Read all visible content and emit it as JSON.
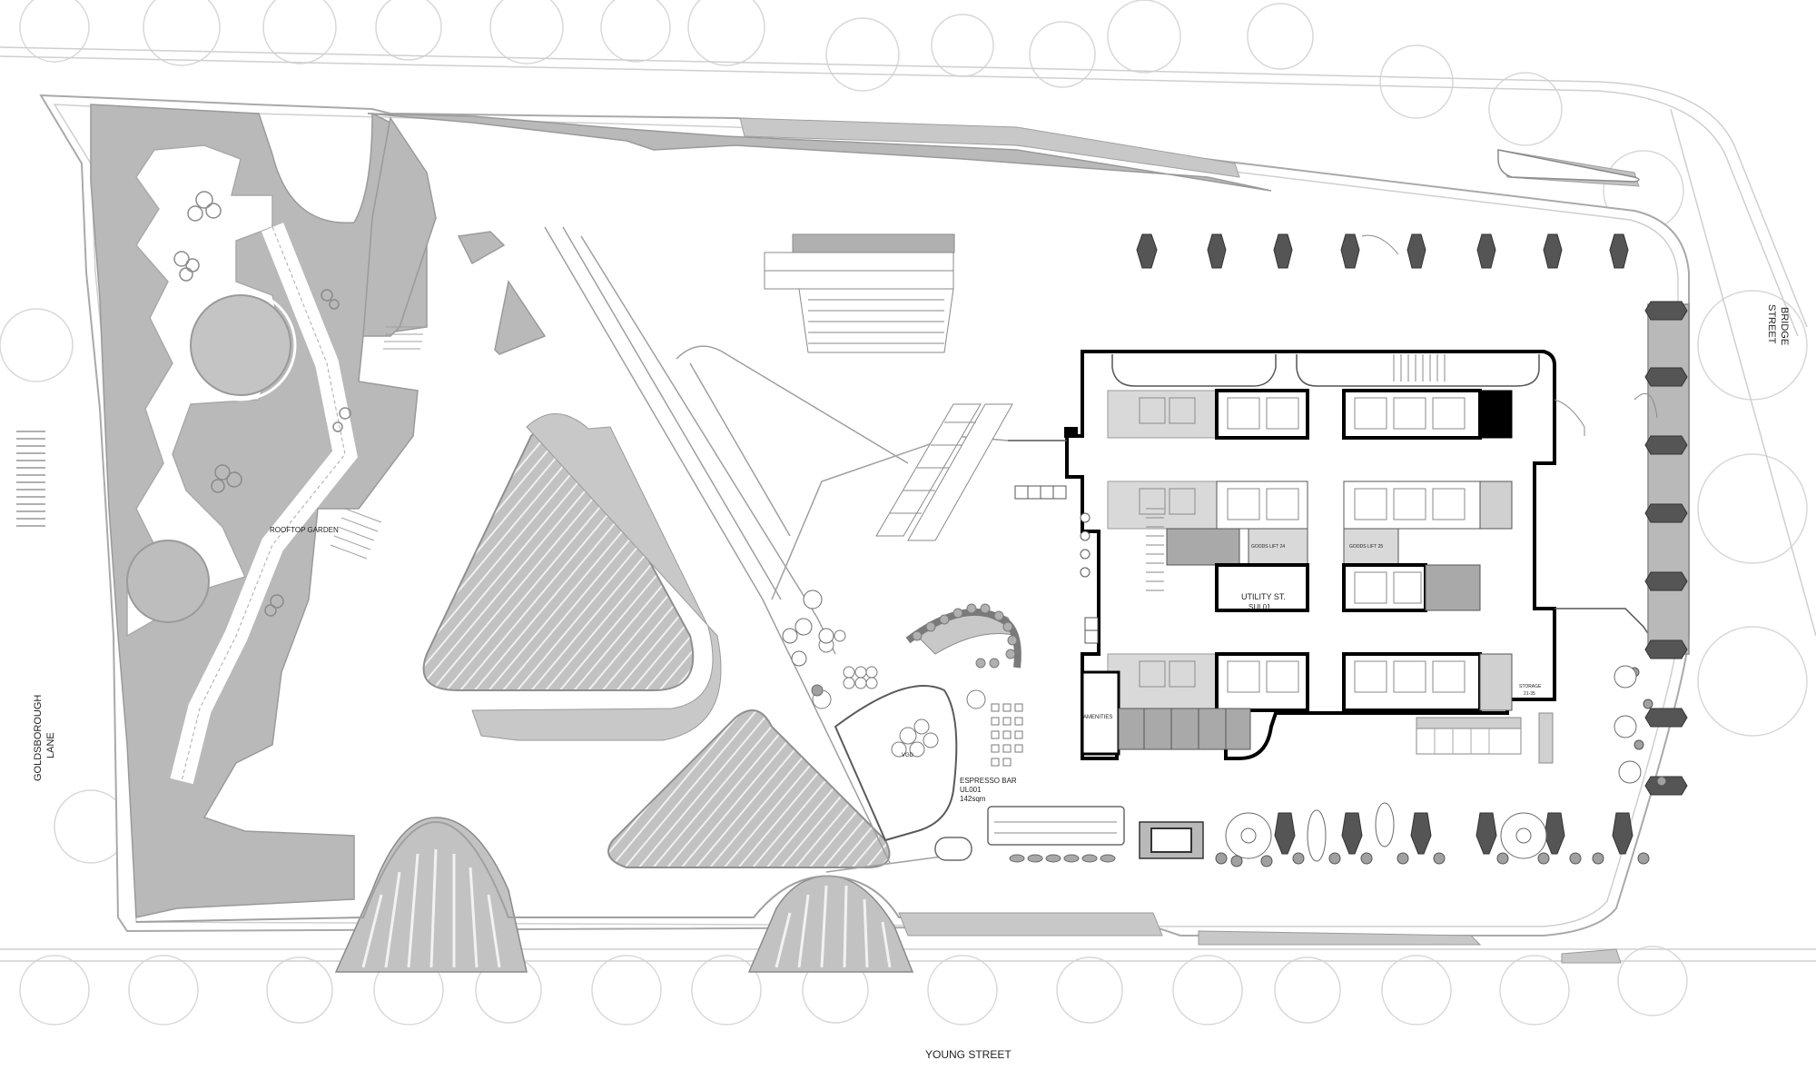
{
  "streets": {
    "goldsborough_line1": "GOLDSBOROUGH",
    "goldsborough_line2": "LANE",
    "bridge_line1": "BRIDGE",
    "bridge_line2": "STREET",
    "young": "YOUNG STREET"
  },
  "rooms": {
    "rooftop_garden": "ROOFTOP GARDEN",
    "goods_lift_24": "GOODS LIFT 24",
    "goods_lift_25": "GOODS LIFT 25",
    "utility_line1": "UTILITY ST.",
    "utility_line2": "SUL01",
    "amenities": "AMENITIES",
    "storage_line1": "STORAGE",
    "storage_line2": "21-35",
    "espresso_line1": "ESPRESSO BAR",
    "espresso_line2": "UL001",
    "espresso_line3": "142sqm",
    "vgd": "VGD"
  },
  "colors": {
    "background": "#ffffff",
    "grey_fill": "#b9b9b9",
    "light_fill": "#d6d6d6",
    "line": "#9a9a9a",
    "faint_line": "#d2d2d2",
    "black": "#000000"
  }
}
